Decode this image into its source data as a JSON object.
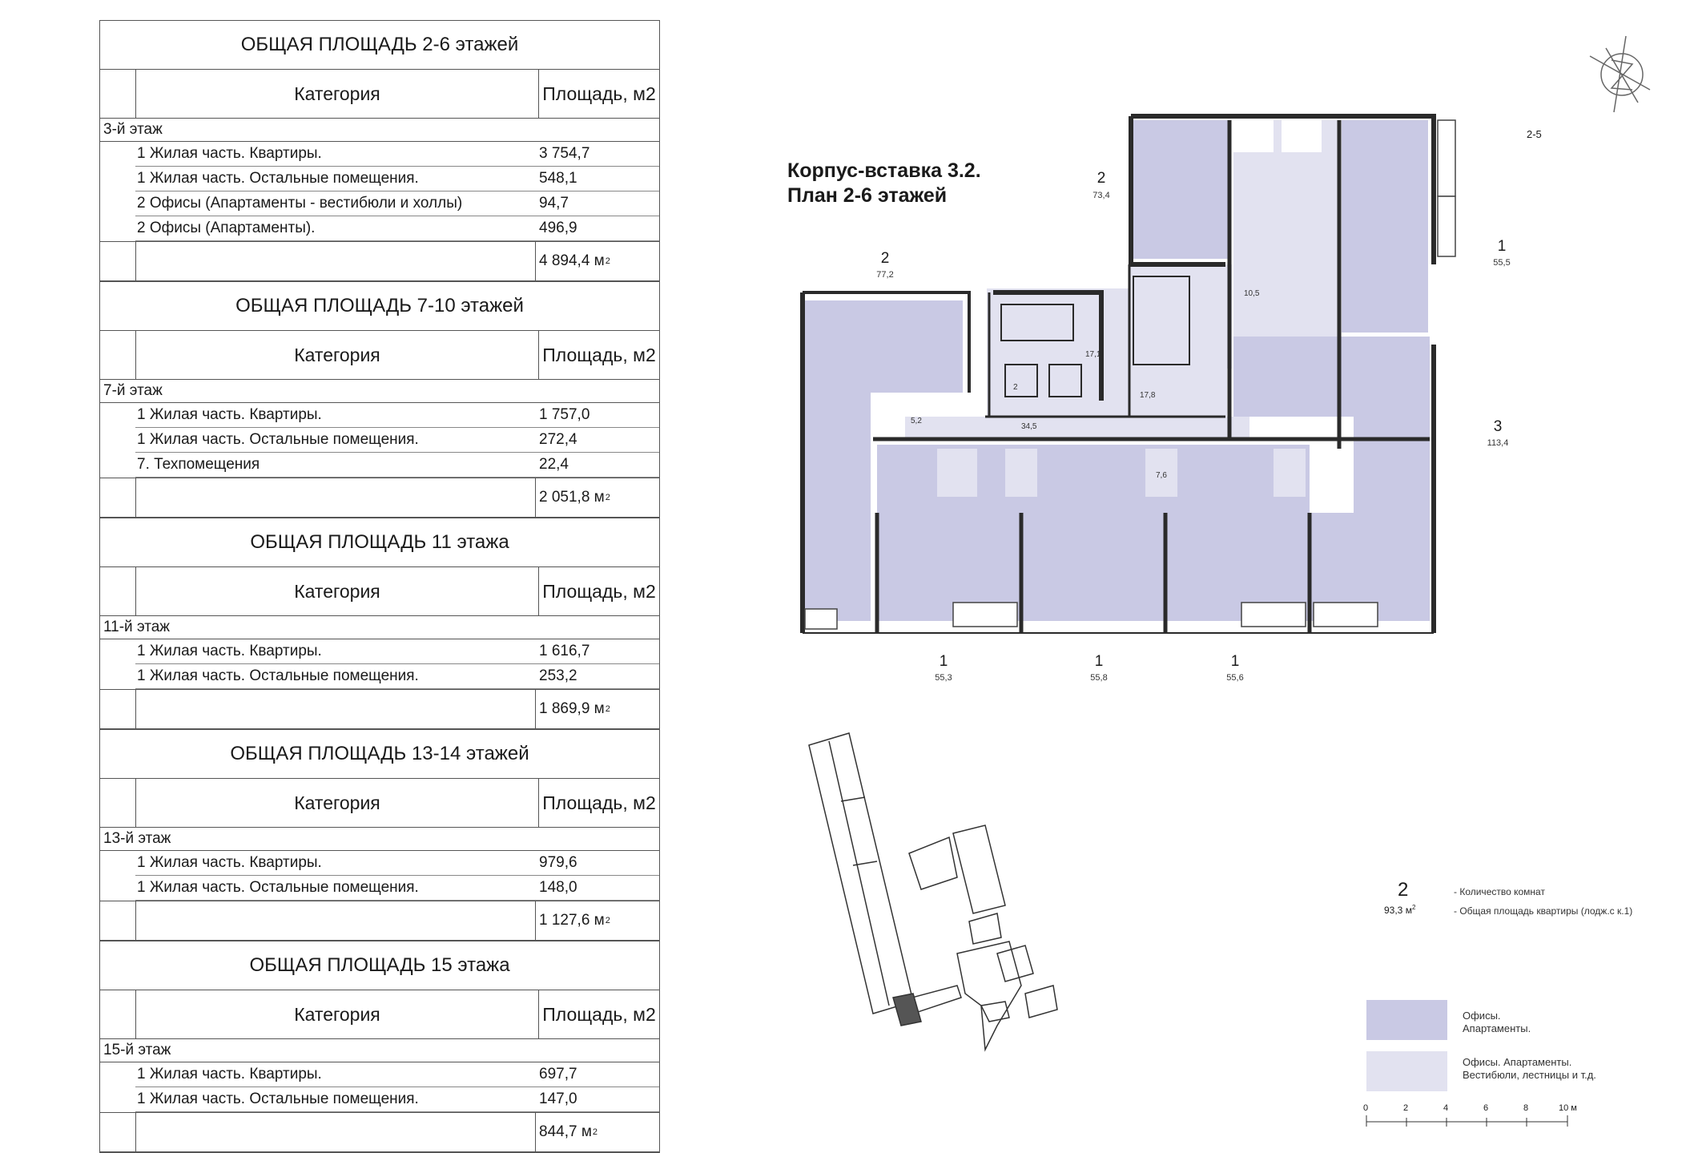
{
  "sections": [
    {
      "title": "ОБЩАЯ ПЛОЩАДЬ 2-6 этажей",
      "col_category": "Категория",
      "col_area": "Площадь, м2",
      "floor": "3-й этаж",
      "items": [
        {
          "name": "1 Жилая часть. Квартиры.",
          "value": "3 754,7"
        },
        {
          "name": "1 Жилая часть. Остальные помещения.",
          "value": "548,1"
        },
        {
          "name": "2 Офисы (Апартаменты - вестибюли и холлы)",
          "value": "94,7"
        },
        {
          "name": "2 Офисы (Апартаменты).",
          "value": "496,9"
        }
      ],
      "total": "4 894,4 м",
      "total_unit_sup": "2"
    },
    {
      "title": "ОБЩАЯ ПЛОЩАДЬ 7-10 этажей",
      "col_category": "Категория",
      "col_area": "Площадь, м2",
      "floor": "7-й этаж",
      "items": [
        {
          "name": "1 Жилая часть. Квартиры.",
          "value": "1 757,0"
        },
        {
          "name": "1 Жилая часть. Остальные помещения.",
          "value": "272,4"
        },
        {
          "name": "7. Техпомещения",
          "value": "22,4"
        }
      ],
      "total": "2 051,8 м",
      "total_unit_sup": "2"
    },
    {
      "title": "ОБЩАЯ ПЛОЩАДЬ 11 этажа",
      "col_category": "Категория",
      "col_area": "Площадь, м2",
      "floor": "11-й этаж",
      "items": [
        {
          "name": "1 Жилая часть. Квартиры.",
          "value": "1 616,7"
        },
        {
          "name": "1 Жилая часть. Остальные помещения.",
          "value": "253,2"
        }
      ],
      "total": "1 869,9 м",
      "total_unit_sup": "2"
    },
    {
      "title": "ОБЩАЯ ПЛОЩАДЬ 13-14 этажей",
      "col_category": "Категория",
      "col_area": "Площадь, м2",
      "floor": "13-й этаж",
      "items": [
        {
          "name": "1 Жилая часть. Квартиры.",
          "value": "979,6"
        },
        {
          "name": "1 Жилая часть. Остальные помещения.",
          "value": "148,0"
        }
      ],
      "total": "1 127,6 м",
      "total_unit_sup": "2"
    },
    {
      "title": "ОБЩАЯ ПЛОЩАДЬ 15 этажа",
      "col_category": "Категория",
      "col_area": "Площадь, м2",
      "floor": "15-й этаж",
      "items": [
        {
          "name": "1 Жилая часть. Квартиры.",
          "value": "697,7"
        },
        {
          "name": "1 Жилая часть. Остальные помещения.",
          "value": "147,0"
        }
      ],
      "total": "844,7 м",
      "total_unit_sup": "2"
    }
  ],
  "plan": {
    "title_line1": "Корпус-вставка 3.2.",
    "title_line2": "План 2-6 этажей",
    "section_ref": "2-5",
    "apartments": [
      {
        "rooms": "2",
        "area": "73,4"
      },
      {
        "rooms": "2",
        "area": "77,2"
      },
      {
        "rooms": "1",
        "area": "55,5"
      },
      {
        "rooms": "3",
        "area": "113,4"
      },
      {
        "rooms": "1",
        "area": "55,3"
      },
      {
        "rooms": "1",
        "area": "55,8"
      },
      {
        "rooms": "1",
        "area": "55,6"
      }
    ],
    "room_labels": [
      "10,5",
      "17,1",
      "17,8",
      "34,5",
      "5,2",
      "7,6",
      "2"
    ]
  },
  "legend": {
    "sample_rooms": "2",
    "sample_area": "93,3 м",
    "sample_area_sup": "2",
    "rooms_desc": "- Количество комнат",
    "area_desc": "- Общая площадь квартиры (лодж.с к.1)",
    "office_label": "Офисы. Апартаменты.",
    "lobby_label": "Офисы. Апартаменты. Вестибюли, лестницы и т.д.",
    "office_color": "#c9c9e4",
    "lobby_color": "#e2e2f0",
    "scale_ticks": [
      "0",
      "2",
      "4",
      "6",
      "8",
      "10 м"
    ]
  }
}
